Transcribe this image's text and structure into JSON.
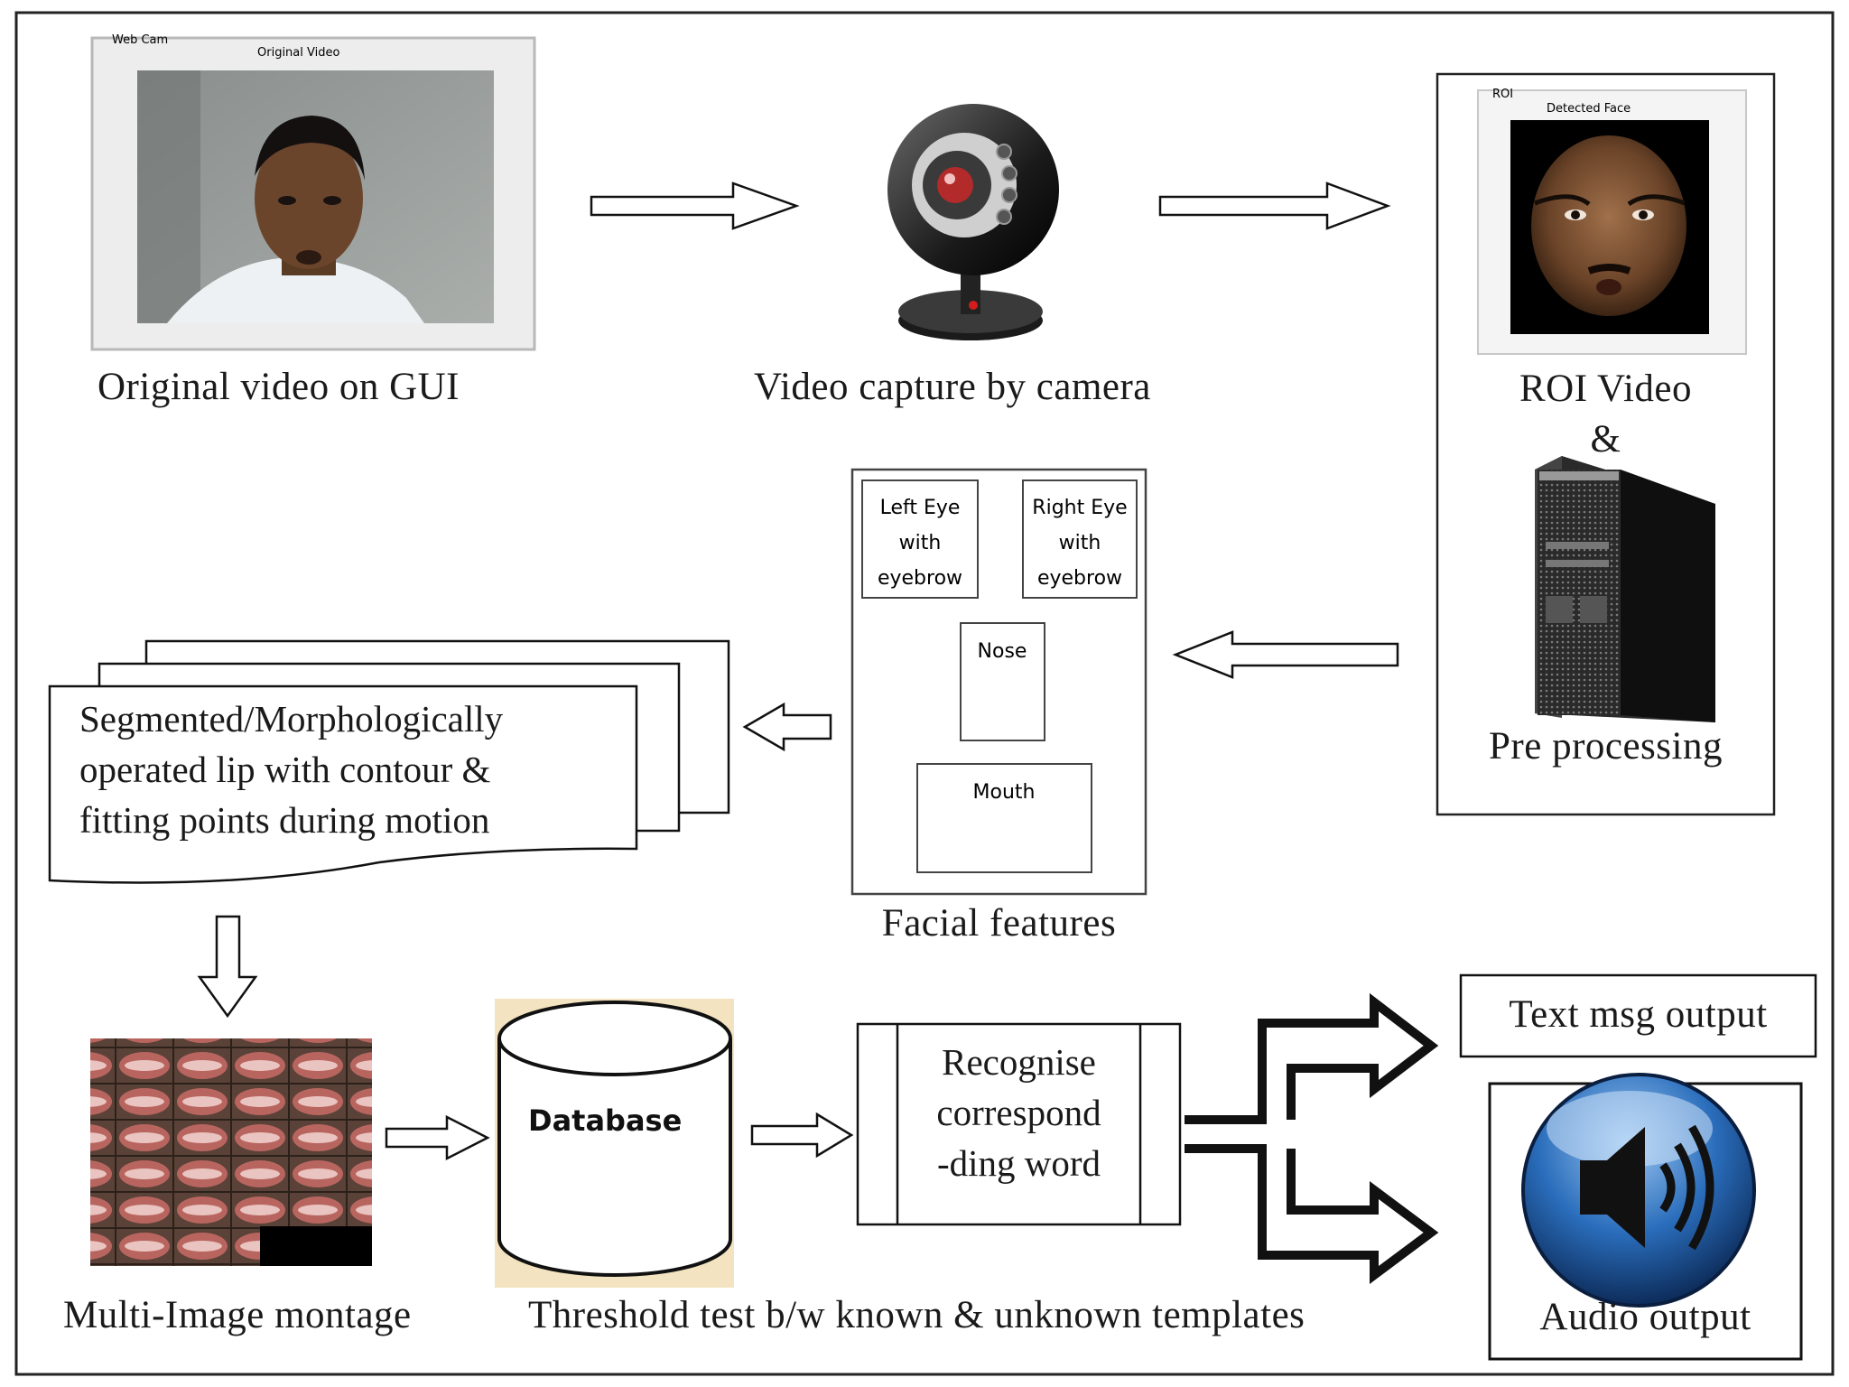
{
  "webcam_gui": {
    "group_label": "Web Cam",
    "panel_title": "Original Video",
    "caption": "Original video on GUI"
  },
  "camera": {
    "caption": "Video capture by camera"
  },
  "roi": {
    "group_label": "ROI",
    "panel_title": "Detected Face",
    "caption_line1": "ROI Video",
    "caption_line2": "&",
    "caption_line3": "Pre processing"
  },
  "facial_features": {
    "left_eye": [
      "Left Eye",
      "with",
      "eyebrow"
    ],
    "right_eye": [
      "Right Eye",
      "with",
      "eyebrow"
    ],
    "nose": "Nose",
    "mouth": "Mouth",
    "caption": "Facial features"
  },
  "segmented": {
    "lines": [
      "Segmented/Morphologically",
      "operated lip with contour &",
      "fitting points during motion"
    ]
  },
  "montage": {
    "caption": "Multi-Image montage"
  },
  "database": {
    "label": "Database",
    "caption": "Threshold test b/w known & unknown templates"
  },
  "recognise": {
    "lines": [
      "Recognise",
      "correspond",
      "-ding word"
    ]
  },
  "outputs": {
    "text": "Text msg output",
    "audio": "Audio output"
  },
  "colors": {
    "line": "#111111",
    "db_background": "#f3e3c0",
    "speaker_blue": "#1f5fa8"
  }
}
